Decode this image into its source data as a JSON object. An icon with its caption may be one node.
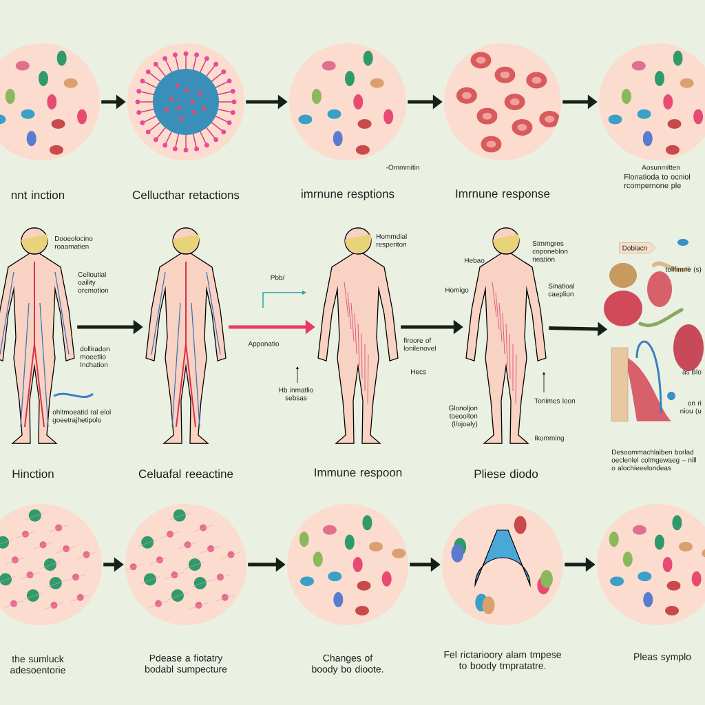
{
  "diagram": {
    "nodes": [
      {
        "text": [
          "nnt inction"
        ]
      },
      {
        "text": [
          "Cellucthar retactions"
        ]
      },
      {
        "text": [
          "imrnune resptions"
        ]
      },
      {
        "text": [
          "Imrnune response"
        ]
      },
      {
        "text": [
          "Flonatioda to ocniol rcompernone ple"
        ],
        "beside": [
          "Aosunmitten"
        ]
      },
      {
        "text": [
          "Hinction"
        ]
      },
      {
        "text": [
          "Celuafal reeactine"
        ]
      },
      {
        "text": [
          "Immune respoon"
        ]
      },
      {
        "text": [
          "Pliese diodo"
        ]
      },
      {
        "text": [
          "Desoommachlaiben borlad oeclenlel colmgewaeg – nill o alochieeelondeas"
        ]
      },
      {
        "text": [
          "Dobiacn"
        ],
        "in": 9
      },
      {
        "text": [
          "the sumluck adesoentorie"
        ]
      },
      {
        "text": [
          "Pdease a fiotatry bodabl sumpecture"
        ]
      },
      {
        "text": [
          "Changes of boody bo dioote."
        ]
      },
      {
        "text": [
          "Fel rictarioory alam tmpese to boody tmpratatre."
        ]
      },
      {
        "text": [
          "Pleas symplo"
        ]
      }
    ],
    "edges": [
      {
        "from": 0,
        "to": 1,
        "arrow": "to"
      },
      {
        "from": 1,
        "to": 2,
        "arrow": "to"
      },
      {
        "from": 2,
        "to": 3,
        "arrow": "to"
      },
      {
        "from": 3,
        "to": 4,
        "arrow": "to"
      },
      {
        "from": 5,
        "to": 6,
        "arrow": "to"
      },
      {
        "from": 6,
        "to": 7,
        "arrow": "to",
        "color": "#e83a62"
      },
      {
        "from": 7,
        "to": 8,
        "arrow": "to"
      },
      {
        "from": 8,
        "to": 9,
        "arrow": "to"
      },
      {
        "from": 11,
        "to": 12,
        "arrow": "to"
      },
      {
        "from": 12,
        "to": 13,
        "arrow": "to"
      },
      {
        "from": 13,
        "to": 14,
        "arrow": "to"
      },
      {
        "from": 14,
        "to": 15,
        "arrow": "to"
      }
    ],
    "labels": [
      "-Ommmitin",
      "Dooeolocino roaamatien",
      "Celloutial oaility oremotion",
      "dolliradon moeetlio Inchation",
      "ohitmoeatid ral elol goeetrajhetipolo",
      "Pbb/",
      "Apponatio",
      "Hb inmatlio sebsas",
      "Hommdial resperiton",
      "Hecs",
      "Hebao",
      "Homigo",
      "firoore of lonilenovel",
      "Stmmgres coponeblon neation",
      "Sinatioal caeplion",
      "Glonoljon toeooiton (l/ojoaly)",
      "Tonimes loon",
      "Ikomming",
      "tollfimne (s)",
      "as Blo",
      "on ri niou (u"
    ]
  }
}
